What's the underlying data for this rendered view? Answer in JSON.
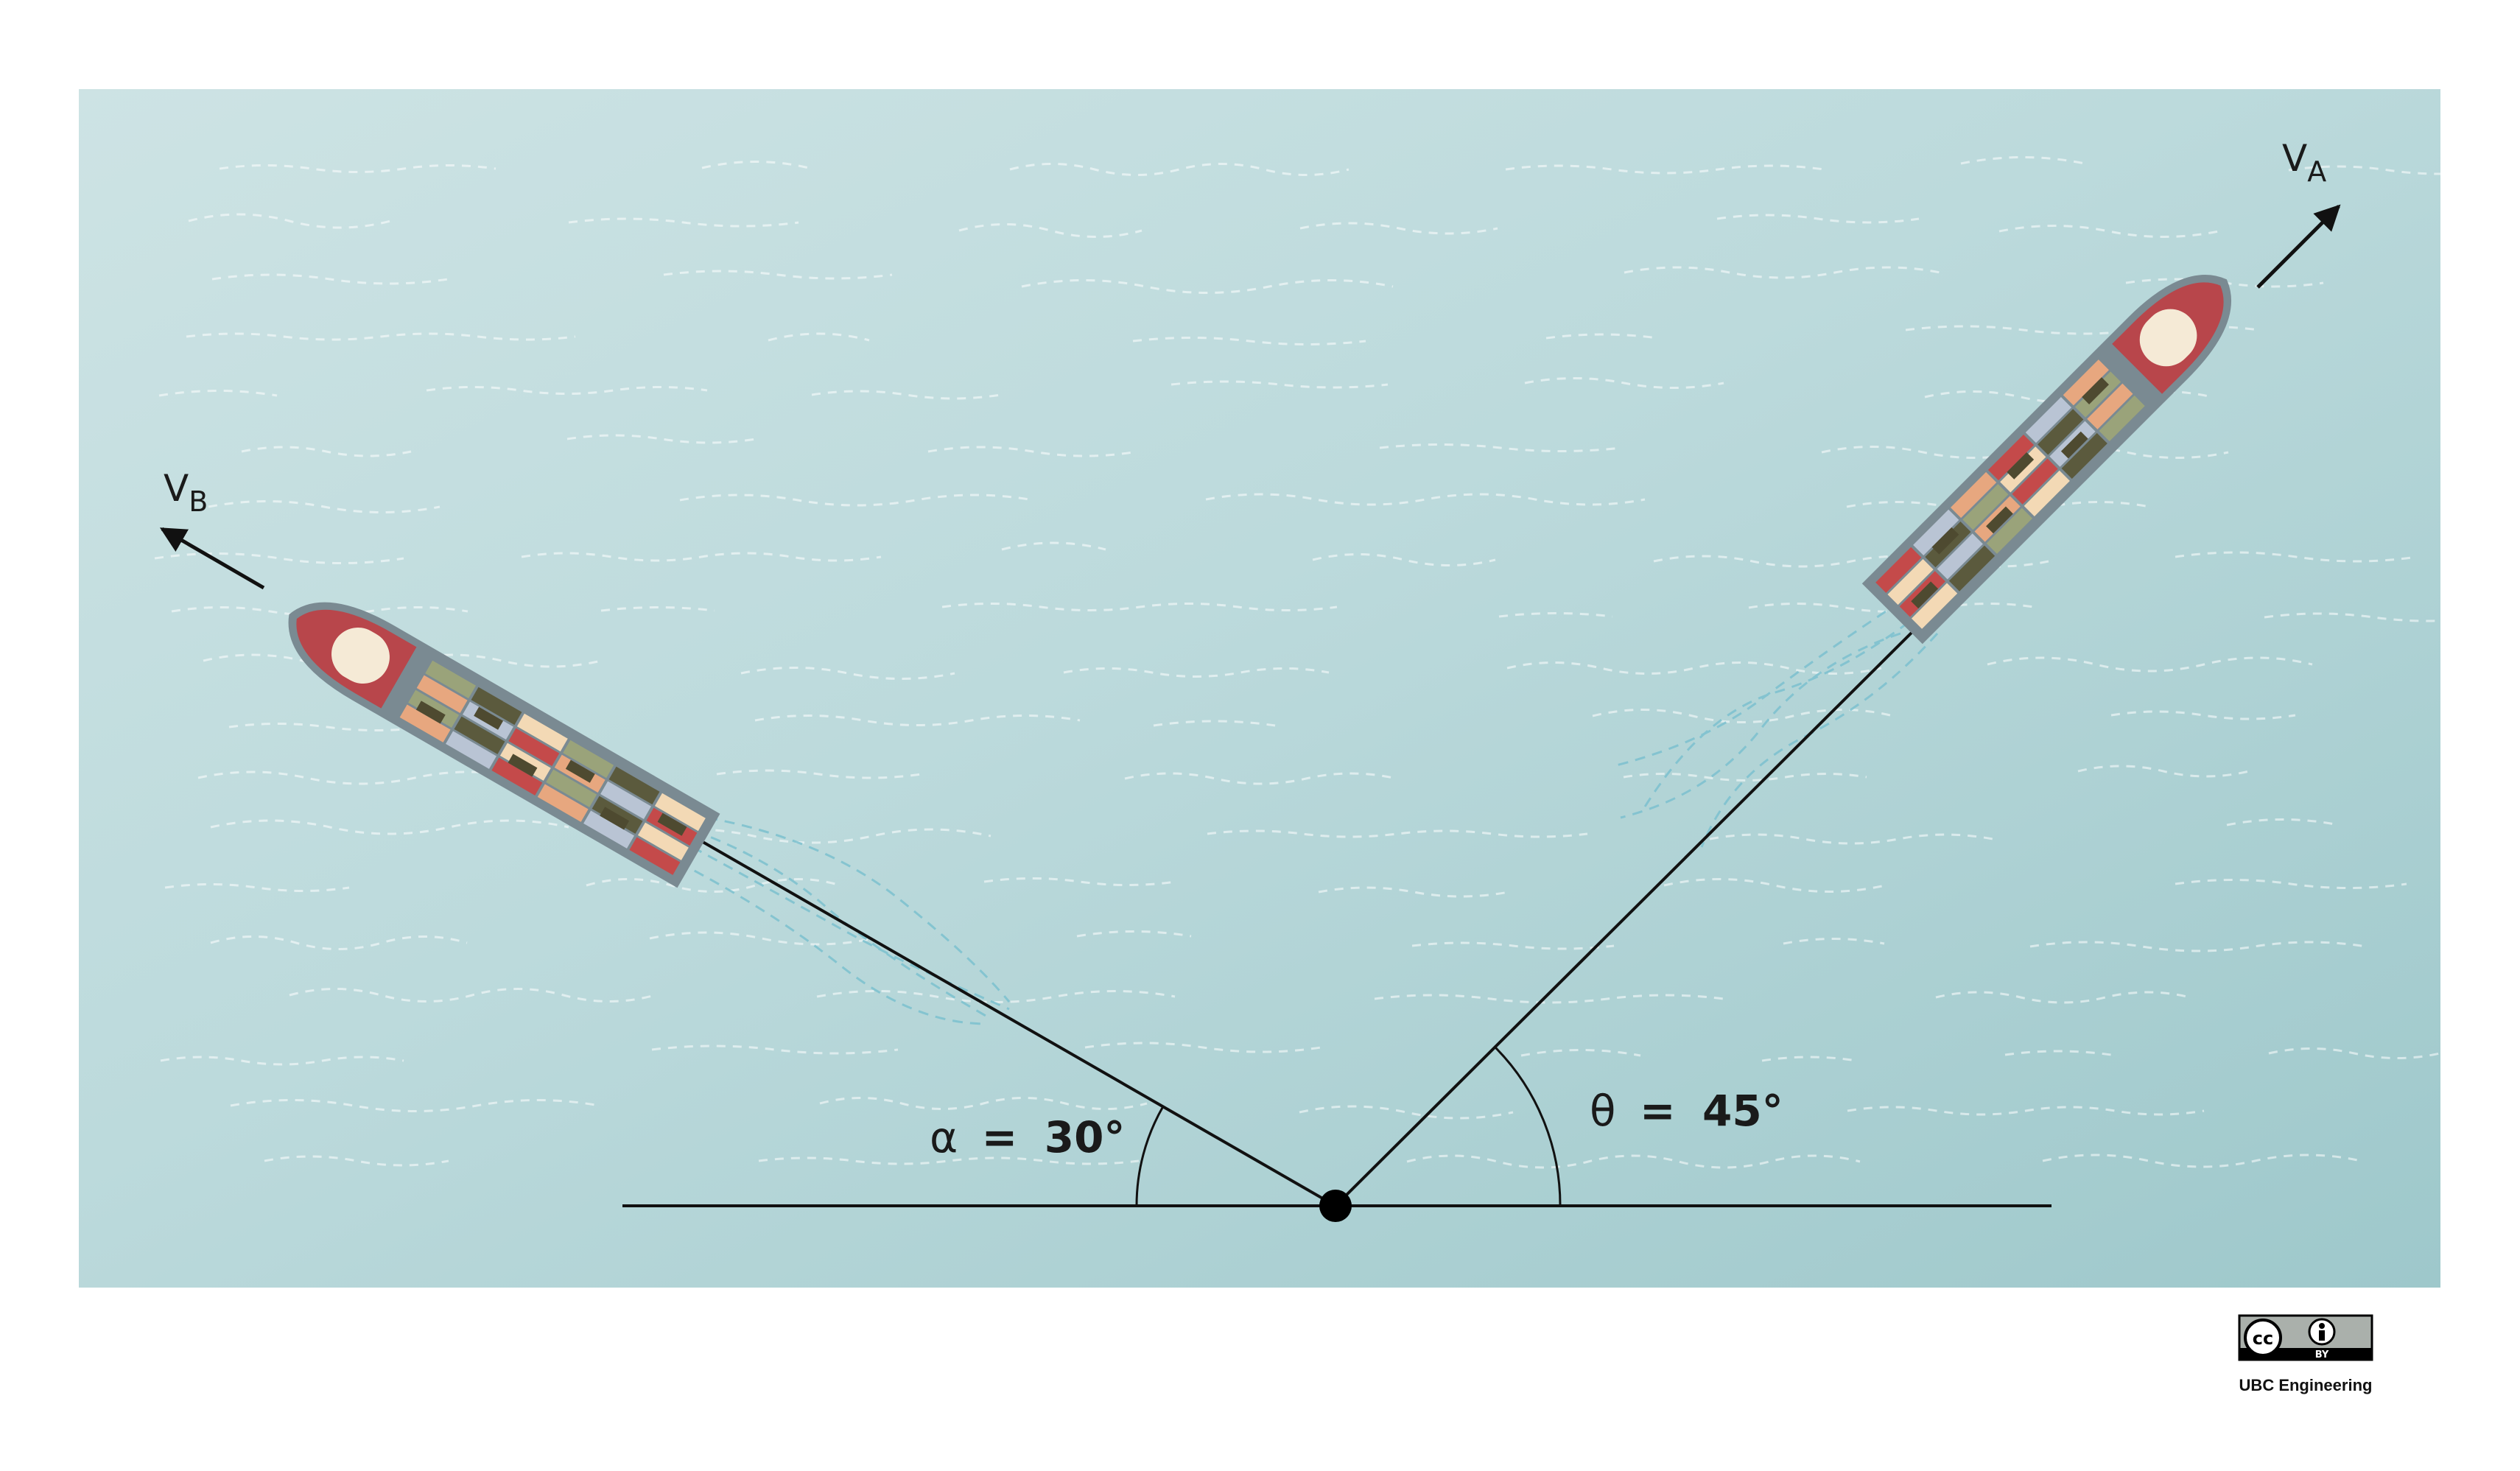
{
  "diagram": {
    "ship_a": {
      "velocity_symbol": "V",
      "velocity_subscript": "A"
    },
    "ship_b": {
      "velocity_symbol": "V",
      "velocity_subscript": "B"
    },
    "angle_alpha": {
      "symbol": "α",
      "equals": "=",
      "value": "30°",
      "degrees": 30
    },
    "angle_theta": {
      "symbol": "θ",
      "equals": "=",
      "value": "45°",
      "degrees": 45
    }
  },
  "license": {
    "badge_left": "cc",
    "badge_right_caption": "BY",
    "attribution": "UBC Engineering"
  },
  "colors": {
    "water": "#b3d7da",
    "hull": "#7a8a92",
    "bow_red": "#b8464b",
    "line": "#111111"
  }
}
